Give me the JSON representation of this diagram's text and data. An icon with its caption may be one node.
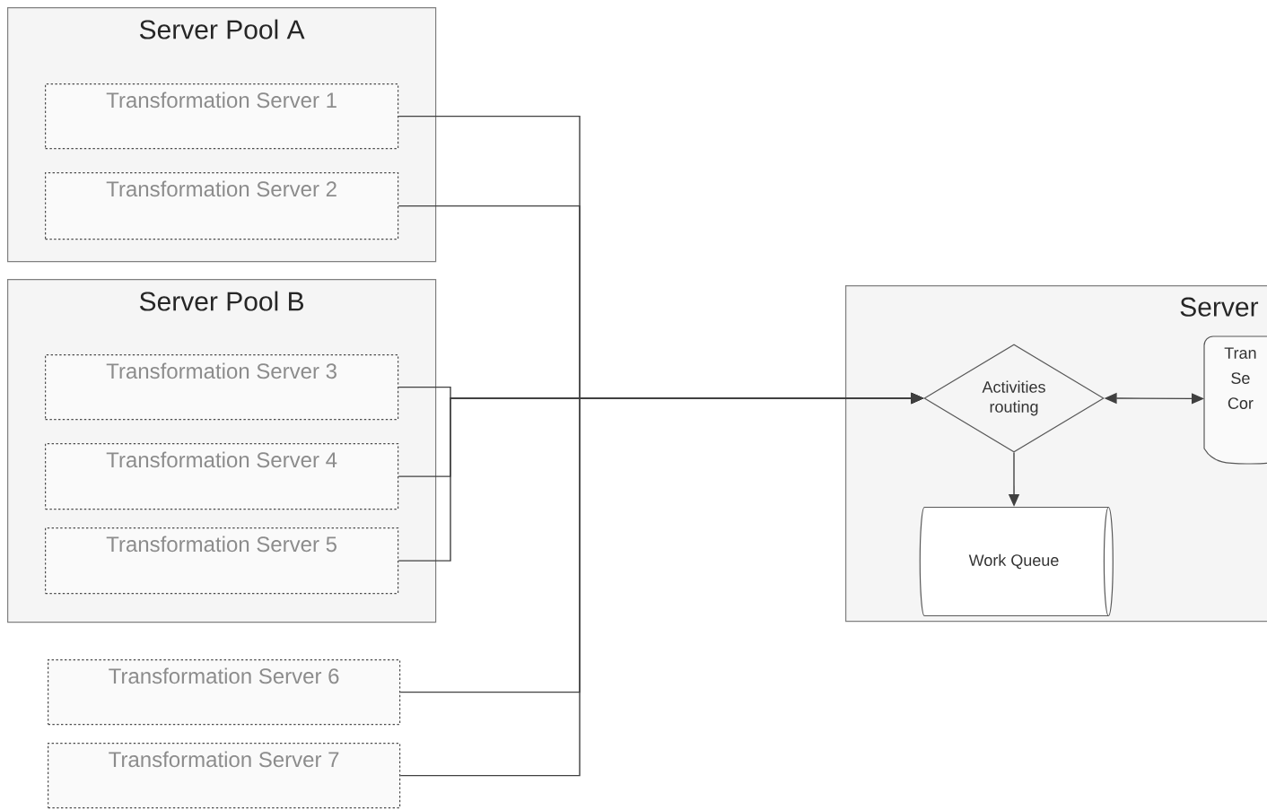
{
  "diagram": {
    "nodes": [
      {
        "text": [
          "Server Pool A"
        ]
      },
      {
        "text": [
          "Transformation Server 1"
        ],
        "in": 0
      },
      {
        "text": [
          "Transformation Server 2"
        ],
        "in": 0
      },
      {
        "text": [
          "Server Pool B"
        ]
      },
      {
        "text": [
          "Transformation Server 3"
        ],
        "in": 3
      },
      {
        "text": [
          "Transformation Server 4"
        ],
        "in": 3
      },
      {
        "text": [
          "Transformation Server 5"
        ],
        "in": 3
      },
      {
        "text": [
          "Transformation Server 6"
        ]
      },
      {
        "text": [
          "Transformation Server 7"
        ]
      },
      {
        "text": [
          "Server"
        ]
      },
      {
        "text": [
          "Activities routing"
        ],
        "in": 9
      },
      {
        "text": [
          "Work Queue"
        ],
        "in": 9
      },
      {
        "text": [
          "Tran Se Cor"
        ],
        "in": 9
      }
    ],
    "edges": [
      {
        "from": 1,
        "to": 10,
        "arrow": "to"
      },
      {
        "from": 2,
        "to": 10,
        "arrow": "to"
      },
      {
        "from": 4,
        "to": 10,
        "arrow": "to"
      },
      {
        "from": 5,
        "to": 10,
        "arrow": "to"
      },
      {
        "from": 6,
        "to": 10,
        "arrow": "to"
      },
      {
        "from": 7,
        "to": 10,
        "arrow": "to"
      },
      {
        "from": 8,
        "to": 10,
        "arrow": "to"
      },
      {
        "from": 10,
        "to": 12,
        "arrow": "both"
      },
      {
        "from": 10,
        "to": 11,
        "arrow": "to"
      }
    ]
  }
}
